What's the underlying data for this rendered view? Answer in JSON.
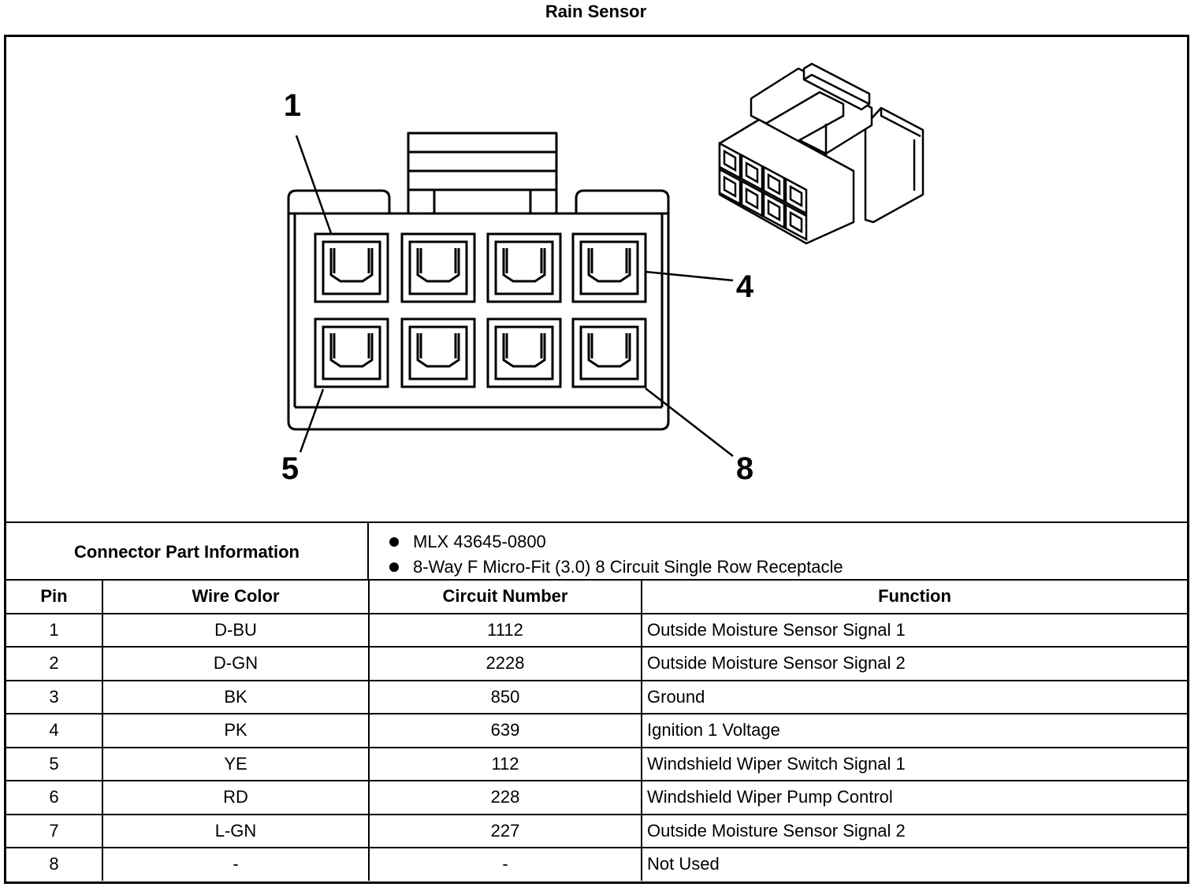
{
  "title": "Rain Sensor",
  "diagram": {
    "pin_callouts": [
      "1",
      "4",
      "5",
      "8"
    ]
  },
  "connector_info": {
    "label": "Connector Part Information",
    "items": [
      "MLX 43645-0800",
      "8-Way F Micro-Fit (3.0) 8 Circuit Single Row Receptacle"
    ]
  },
  "table": {
    "headers": [
      "Pin",
      "Wire Color",
      "Circuit Number",
      "Function"
    ],
    "rows": [
      [
        "1",
        "D-BU",
        "1112",
        "Outside Moisture Sensor Signal 1"
      ],
      [
        "2",
        "D-GN",
        "2228",
        "Outside Moisture Sensor Signal 2"
      ],
      [
        "3",
        "BK",
        "850",
        "Ground"
      ],
      [
        "4",
        "PK",
        "639",
        "Ignition 1 Voltage"
      ],
      [
        "5",
        "YE",
        "112",
        "Windshield Wiper Switch Signal 1"
      ],
      [
        "6",
        "RD",
        "228",
        "Windshield Wiper Pump Control"
      ],
      [
        "7",
        "L-GN",
        "227",
        "Outside Moisture Sensor Signal 2"
      ],
      [
        "8",
        "-",
        "-",
        "Not Used"
      ]
    ]
  }
}
